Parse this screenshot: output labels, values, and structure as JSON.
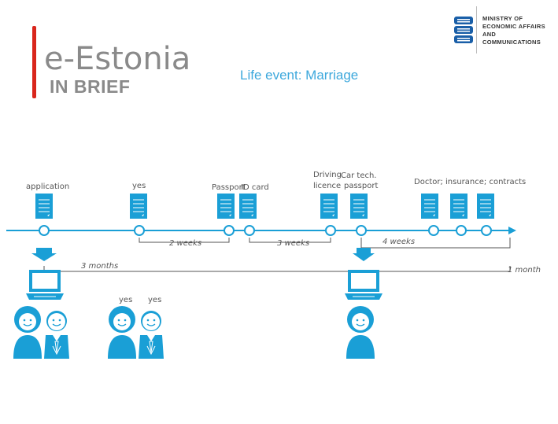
{
  "brand": {
    "logo": "e-Estonia",
    "tagline": "IN BRIEF",
    "ministry": [
      "Ministry of",
      "Economic Affairs and",
      "Communications"
    ]
  },
  "title": "Life event: Marriage",
  "timeline": {
    "labels": {
      "application": "application",
      "yes": "yes",
      "passport": "Passport",
      "id_card": "ID card",
      "driving_licence_1": "Driving",
      "driving_licence_2": "licence",
      "car_tech_1": "Car tech.",
      "car_tech_2": "passport",
      "doctor": "Doctor; insurance; contracts"
    },
    "durations": {
      "two_weeks": "2 weeks",
      "three_weeks": "3 weeks",
      "four_weeks": "4 weeks",
      "three_months": "3 months",
      "one_month": "1 month"
    },
    "question": "?",
    "yes_left": "yes",
    "yes_right": "yes"
  },
  "colors": {
    "accent": "#1a9fd6",
    "title": "#3da8dc",
    "logo_red": "#d9261c",
    "text_gray": "#8a8a8a"
  }
}
